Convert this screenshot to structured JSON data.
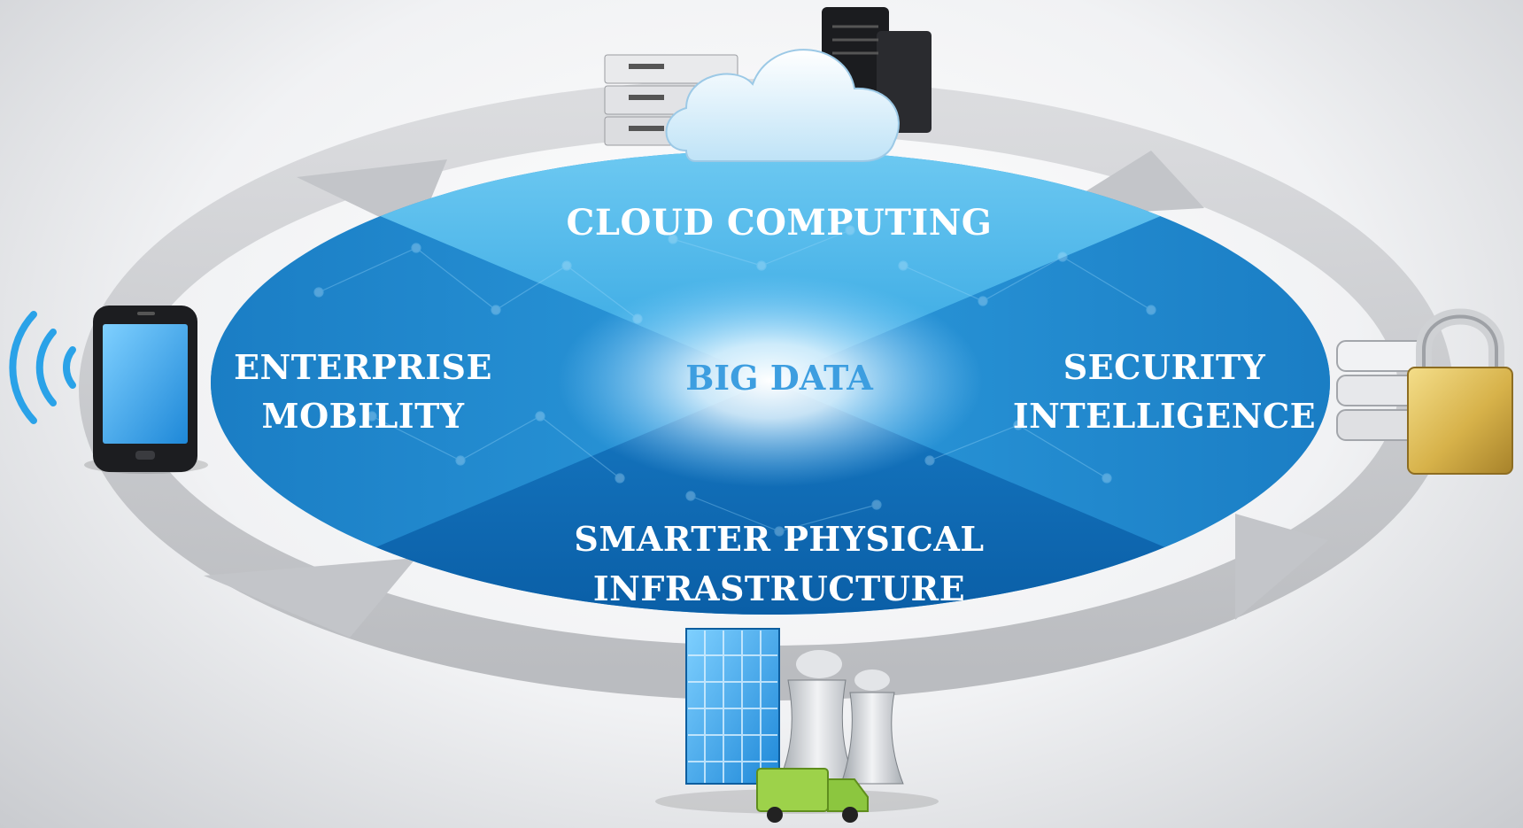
{
  "diagram": {
    "center": "BIG DATA",
    "segments": {
      "top": "CLOUD COMPUTING",
      "left_line1": "ENTERPRISE",
      "left_line2": "MOBILITY",
      "right_line1": "SECURITY",
      "right_line2": "INTELLIGENCE",
      "bottom_line1": "SMARTER PHYSICAL",
      "bottom_line2": "INFRASTRUCTURE"
    }
  },
  "colors": {
    "ring": "#c2c4c8",
    "disc_top": "#45b3e8",
    "disc_side": "#1f86cc",
    "disc_bottom": "#0f6db8",
    "label": "#ffffff",
    "center_label": "#3d9ee0"
  },
  "icons": [
    "cloud-servers-icon",
    "smartphone-wireless-icon",
    "database-padlock-icon",
    "city-industry-truck-icon"
  ]
}
